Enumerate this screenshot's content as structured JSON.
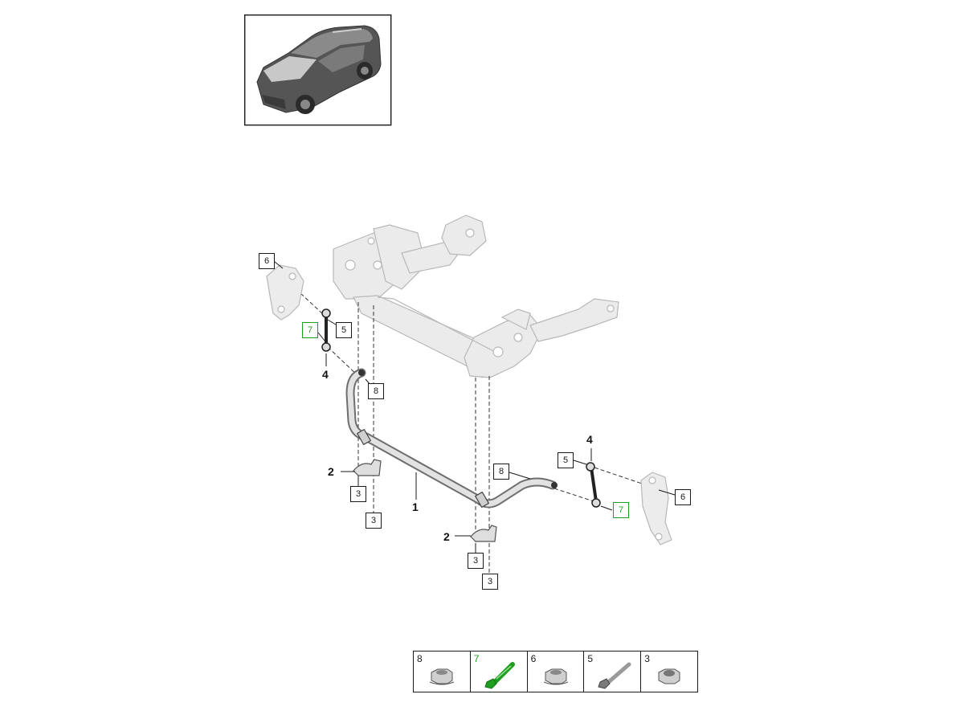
{
  "callouts": [
    {
      "label": "6",
      "kind": "box",
      "highlight": false
    },
    {
      "label": "5",
      "kind": "box",
      "highlight": false
    },
    {
      "label": "7",
      "kind": "box",
      "highlight": true
    },
    {
      "label": "4",
      "kind": "plain",
      "highlight": false
    },
    {
      "label": "8",
      "kind": "box",
      "highlight": false
    },
    {
      "label": "2",
      "kind": "plain",
      "highlight": false
    },
    {
      "label": "3",
      "kind": "box",
      "highlight": false
    },
    {
      "label": "3",
      "kind": "box",
      "highlight": false
    },
    {
      "label": "1",
      "kind": "plain",
      "highlight": false
    },
    {
      "label": "4",
      "kind": "plain",
      "highlight": false
    },
    {
      "label": "5",
      "kind": "box",
      "highlight": false
    },
    {
      "label": "8",
      "kind": "box",
      "highlight": false
    },
    {
      "label": "6",
      "kind": "box",
      "highlight": false
    },
    {
      "label": "7",
      "kind": "box",
      "highlight": true
    },
    {
      "label": "2",
      "kind": "plain",
      "highlight": false
    },
    {
      "label": "3",
      "kind": "box",
      "highlight": false
    },
    {
      "label": "3",
      "kind": "box",
      "highlight": false
    }
  ],
  "legend": [
    {
      "label": "8",
      "icon": "nut-icon",
      "highlight": false
    },
    {
      "label": "7",
      "icon": "bolt-icon",
      "highlight": true
    },
    {
      "label": "6",
      "icon": "nut-icon",
      "highlight": false
    },
    {
      "label": "5",
      "icon": "bolt-icon",
      "highlight": false
    },
    {
      "label": "3",
      "icon": "nut-icon",
      "highlight": false
    }
  ],
  "colors": {
    "outline": "#1a1a1a",
    "highlight": "#1e9e1e",
    "part_fill": "#e9e9e9",
    "part_stroke": "#b8b8b8",
    "stabilizer_fill": "#d4d4d4",
    "car_body": "#6e6e6e"
  }
}
